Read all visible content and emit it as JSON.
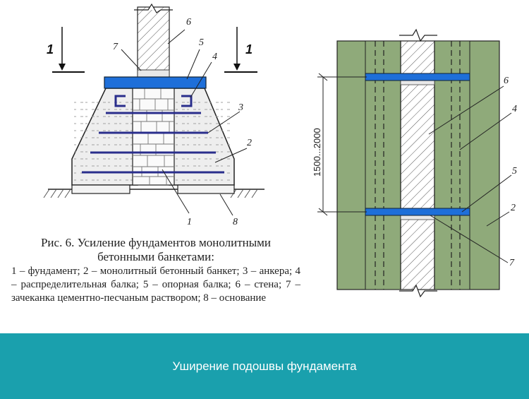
{
  "figure": {
    "caption_title_line1": "Рис. 6. Усиление фундаментов монолитными",
    "caption_title_line2": "бетонными банкетами:",
    "legend_text": "1 – фундамент; 2 – монолитный бетонный банкет; 3 – анкера; 4 – распределительная балка; 5 – опорная балка; 6 – стена; 7 – зачеканка цементно-песчаным раствором; 8 – основание"
  },
  "labels": {
    "section_mark": "1",
    "n1": "1",
    "n2": "2",
    "n3": "3",
    "n4": "4",
    "n5": "5",
    "n6": "6",
    "n7": "7",
    "n8": "8",
    "dimension": "1500...2000"
  },
  "banner": {
    "text": "Уширение подошвы фундамента"
  },
  "colors": {
    "banner": "#1aa0ad",
    "concrete_green": "#8faa7a",
    "beam_blue": "#1e6fd9",
    "anchor_navy": "#2a2e8c"
  }
}
